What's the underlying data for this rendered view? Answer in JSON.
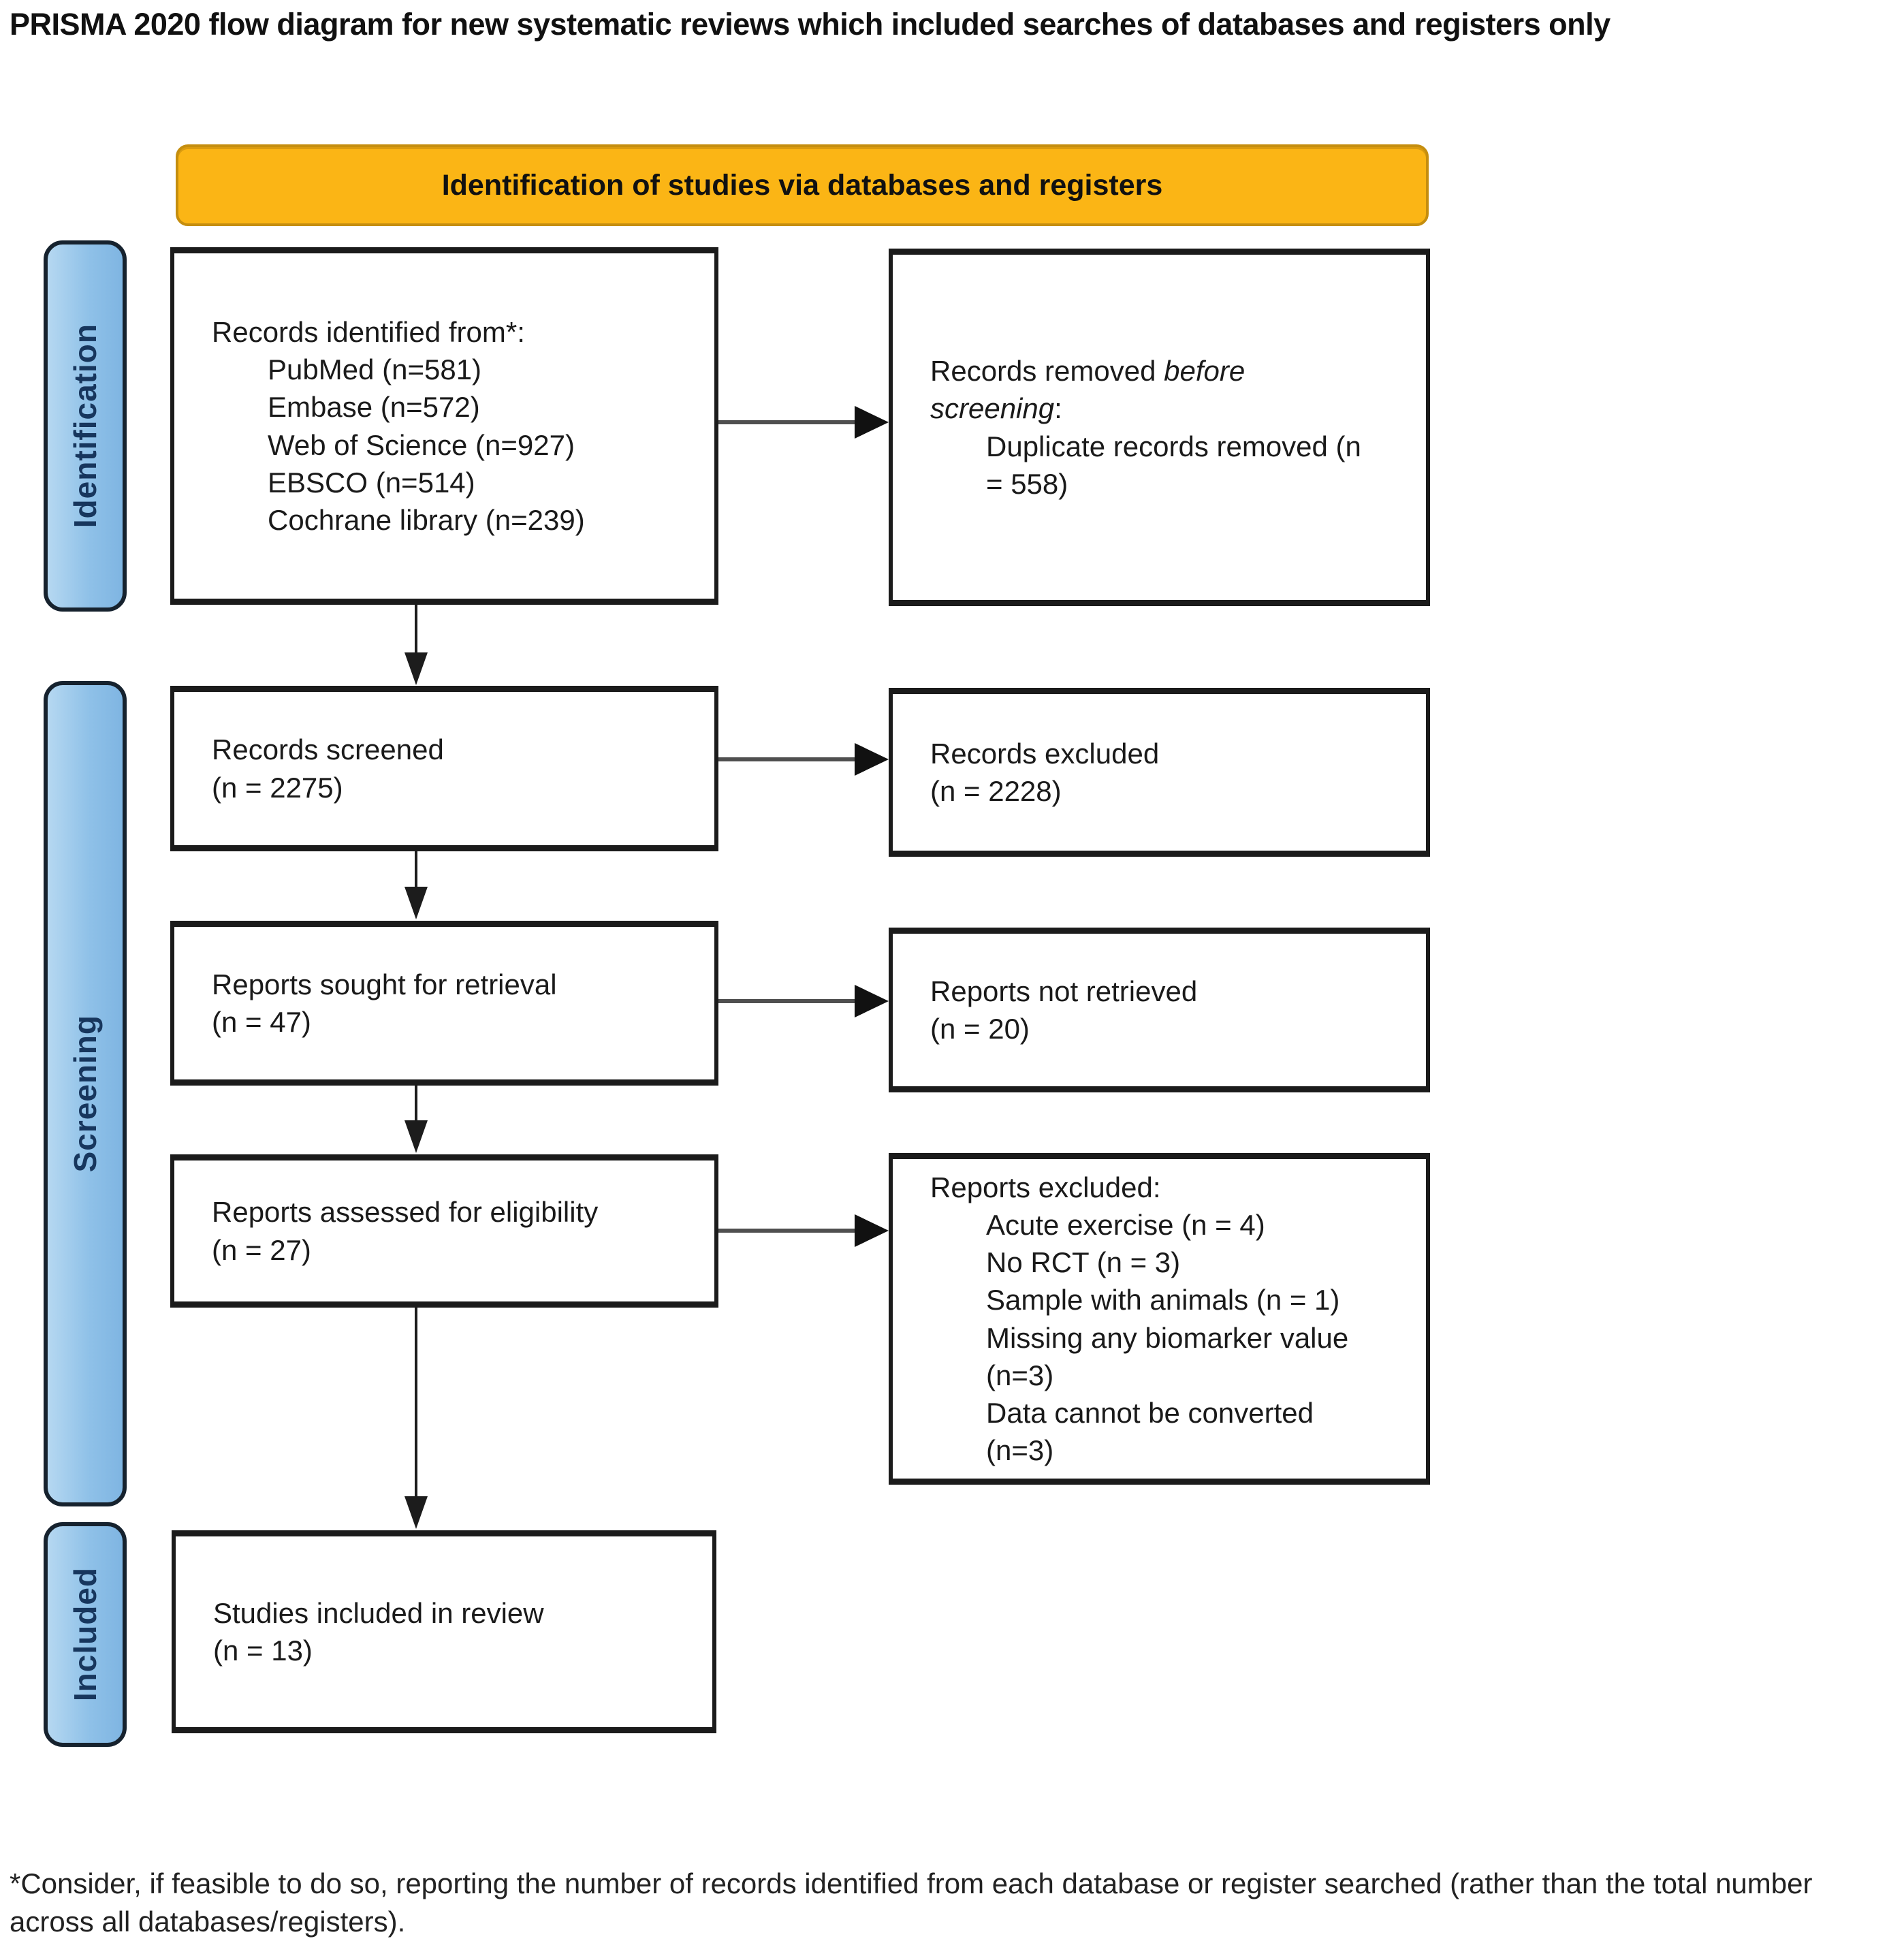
{
  "title": "PRISMA 2020 flow diagram for new systematic reviews which included searches of databases and registers only",
  "banner": {
    "label": "Identification of studies via databases and registers"
  },
  "stages": {
    "identification": "Identification",
    "screening": "Screening",
    "included": "Included"
  },
  "boxes": {
    "records_identified": {
      "heading": "Records identified from*:",
      "items": [
        "PubMed (n=581)",
        "Embase (n=572)",
        "Web of Science (n=927)",
        "EBSCO (n=514)",
        "Cochrane library (n=239)"
      ]
    },
    "records_removed": {
      "heading_prefix": "Records removed ",
      "heading_italic": "before screening",
      "heading_suffix": ":",
      "items": [
        "Duplicate records removed (n = 558)"
      ]
    },
    "records_screened": {
      "line1": "Records screened",
      "line2": "(n = 2275)"
    },
    "records_excluded": {
      "line1": "Records excluded",
      "line2": "(n = 2228)"
    },
    "reports_sought": {
      "line1": "Reports sought for retrieval",
      "line2": "(n = 47)"
    },
    "reports_not_retrieved": {
      "line1": "Reports not retrieved",
      "line2": "(n = 20)"
    },
    "reports_assessed": {
      "line1": "Reports assessed for eligibility",
      "line2": "(n = 27)"
    },
    "reports_excluded": {
      "heading": "Reports excluded:",
      "items": [
        "Acute exercise (n = 4)",
        "No RCT (n = 3)",
        "Sample with animals (n = 1)",
        "Missing any biomarker value (n=3)",
        "Data cannot be converted (n=3)"
      ]
    },
    "studies_included": {
      "line1": "Studies included in review",
      "line2": "(n = 13)"
    }
  },
  "footnote": "*Consider, if feasible to do so, reporting the number of records identified from each database or register searched (rather than the total number across all databases/registers).",
  "colors": {
    "banner_bg": "#FBB515",
    "stage_bar_bg": "#8FC1E8",
    "stage_text": "#17365D",
    "box_border": "#1b1b1b"
  }
}
